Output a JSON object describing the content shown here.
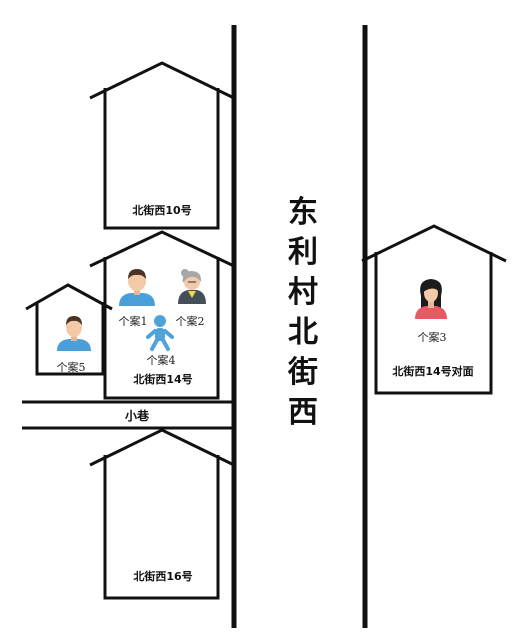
{
  "street": {
    "chars": [
      "东",
      "利",
      "村",
      "北",
      "街",
      "西"
    ]
  },
  "alley": {
    "label": "小巷"
  },
  "houses": {
    "h10": {
      "label": "北街西10号"
    },
    "h14": {
      "label": "北街西14号"
    },
    "h16": {
      "label": "北街西16号"
    },
    "h14_opposite": {
      "label": "北街西14号对面"
    },
    "small": {
      "label": ""
    }
  },
  "cases": {
    "c1": {
      "label": "个案1",
      "icon": "man-avatar-icon"
    },
    "c2": {
      "label": "个案2",
      "icon": "elderly-woman-avatar-icon"
    },
    "c3": {
      "label": "个案3",
      "icon": "woman-avatar-icon"
    },
    "c4": {
      "label": "个案4",
      "icon": "baby-avatar-icon"
    },
    "c5": {
      "label": "个案5",
      "icon": "man-avatar-icon"
    }
  },
  "colors": {
    "line": "#111111",
    "shirt_blue": "#4a9fd8",
    "skin": "#f3c9a8",
    "hair_dark": "#4a3426",
    "hair_black": "#1c1c1c",
    "hair_grey": "#a7a7a7",
    "woman_top": "#e85a63",
    "baby_blue": "#4fa3d9",
    "grey_dress": "#454f5c"
  }
}
